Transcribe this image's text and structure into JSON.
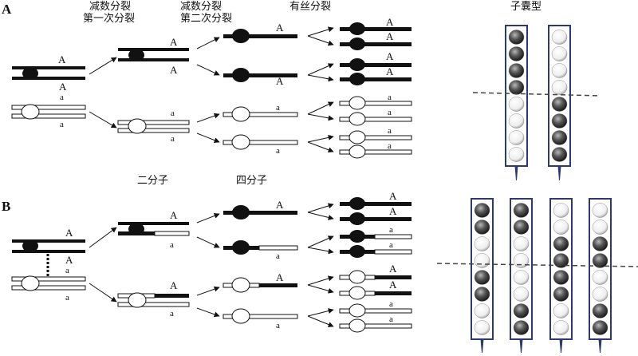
{
  "panel_labels": {
    "a": "A",
    "b": "B"
  },
  "headers": {
    "meiosis1_line1": "减数分裂",
    "meiosis1_line2": "第一次分裂",
    "meiosis2_line1": "减数分裂",
    "meiosis2_line2": "第二次分裂",
    "mitosis": "有丝分裂",
    "ascus_type": "子囊型",
    "dyad": "二分子",
    "tetrad": "四分子"
  },
  "alleles": {
    "dominant": "A",
    "recessive": "a"
  },
  "colors": {
    "dark": "#111111",
    "light": "#ffffff",
    "ascus_frame": "#2e3a6b",
    "dash": "#444444"
  },
  "asci": {
    "A": [
      [
        "dark",
        "dark",
        "dark",
        "dark",
        "light",
        "light",
        "light",
        "light"
      ],
      [
        "light",
        "light",
        "light",
        "light",
        "dark",
        "dark",
        "dark",
        "dark"
      ]
    ],
    "B": [
      [
        "dark",
        "dark",
        "light",
        "light",
        "dark",
        "dark",
        "light",
        "light"
      ],
      [
        "dark",
        "dark",
        "light",
        "light",
        "light",
        "light",
        "dark",
        "dark"
      ],
      [
        "light",
        "light",
        "dark",
        "dark",
        "dark",
        "dark",
        "light",
        "light"
      ],
      [
        "light",
        "light",
        "dark",
        "dark",
        "light",
        "light",
        "dark",
        "dark"
      ]
    ]
  }
}
